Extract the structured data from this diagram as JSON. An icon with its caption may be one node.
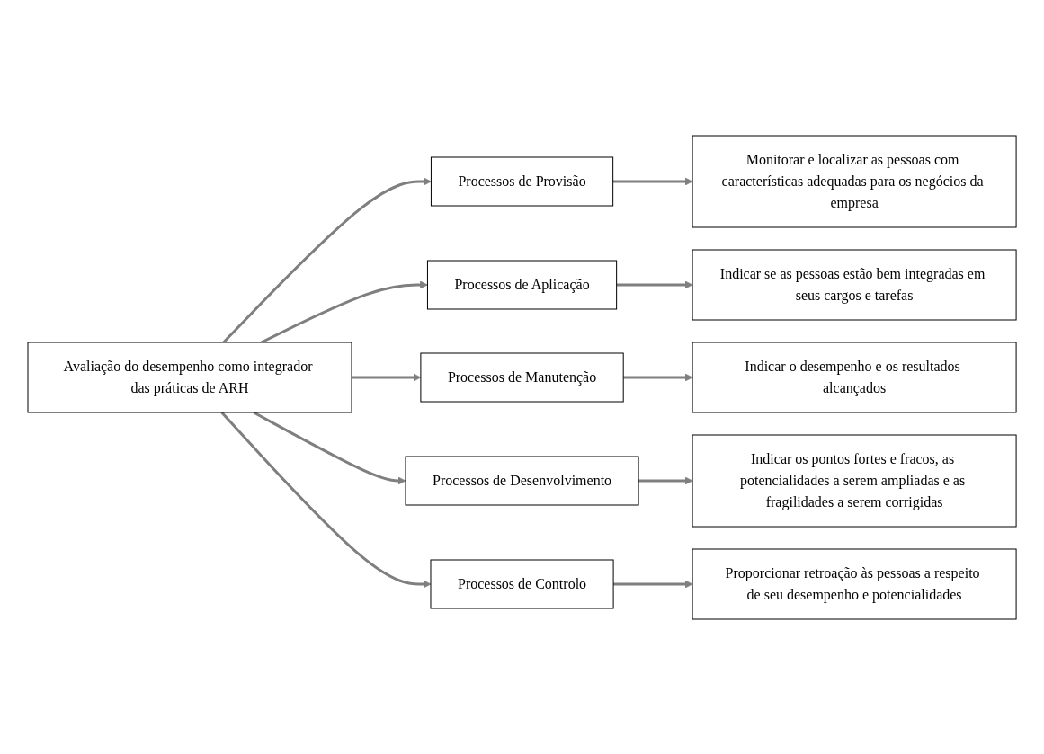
{
  "diagram": {
    "nodes": [
      {
        "text": [
          "Avaliação do desempenho como integrador das práticas de ARH"
        ]
      },
      {
        "text": [
          "Processos de Provisão"
        ]
      },
      {
        "text": [
          "Monitorar e localizar as pessoas com características adequadas para os negócios da empresa"
        ]
      },
      {
        "text": [
          "Processos de Aplicação"
        ]
      },
      {
        "text": [
          "Indicar se as pessoas estão bem integradas em seus cargos e tarefas"
        ]
      },
      {
        "text": [
          "Processos de Manutenção"
        ]
      },
      {
        "text": [
          "Indicar o desempenho e os resultados alcançados"
        ]
      },
      {
        "text": [
          "Processos de Desenvolvimento"
        ]
      },
      {
        "text": [
          "Indicar os pontos fortes e fracos, as potencialidades a serem ampliadas e as fragilidades a serem corrigidas"
        ]
      },
      {
        "text": [
          "Processos de Controlo"
        ]
      },
      {
        "text": [
          "Proporcionar retroação às pessoas a respeito de seu desempenho e potencialidades"
        ]
      }
    ],
    "edges": [
      {
        "from": 0,
        "to": 1,
        "arrow": "to"
      },
      {
        "from": 1,
        "to": 2,
        "arrow": "to"
      },
      {
        "from": 0,
        "to": 3,
        "arrow": "to"
      },
      {
        "from": 3,
        "to": 4,
        "arrow": "to"
      },
      {
        "from": 0,
        "to": 5,
        "arrow": "to"
      },
      {
        "from": 5,
        "to": 6,
        "arrow": "to"
      },
      {
        "from": 0,
        "to": 7,
        "arrow": "to"
      },
      {
        "from": 7,
        "to": 8,
        "arrow": "to"
      },
      {
        "from": 0,
        "to": 9,
        "arrow": "to"
      },
      {
        "from": 9,
        "to": 10,
        "arrow": "to"
      }
    ]
  }
}
